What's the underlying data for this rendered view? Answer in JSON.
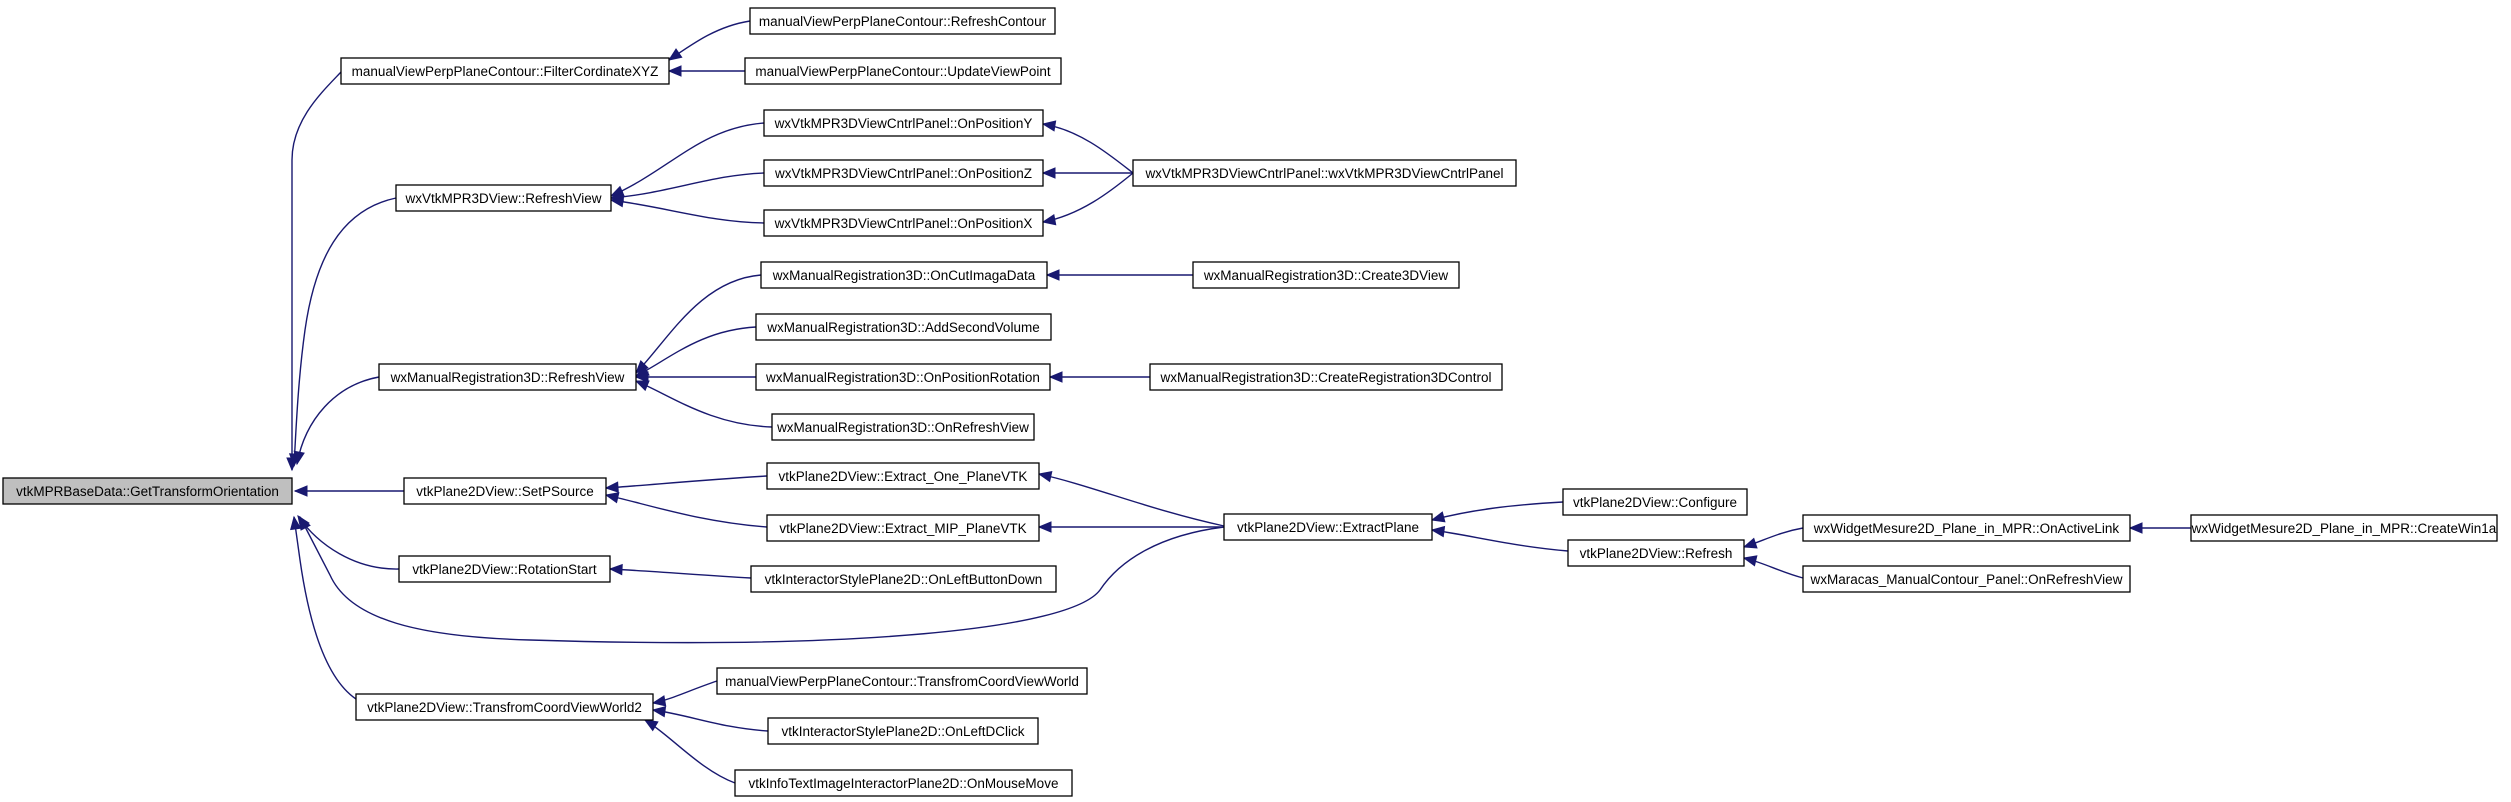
{
  "graph": {
    "root": "vtkMPRBaseData::GetTransformOrientation",
    "nodes": [
      {
        "id": "root",
        "label": "vtkMPRBaseData::GetTransformOrientation",
        "root": true
      },
      {
        "id": "filter",
        "label": "manualViewPerpPlaneContour::FilterCordinateXYZ"
      },
      {
        "id": "refreshContour",
        "label": "manualViewPerpPlaneContour::RefreshContour"
      },
      {
        "id": "updateViewPoint",
        "label": "manualViewPerpPlaneContour::UpdateViewPoint"
      },
      {
        "id": "wx3dRefresh",
        "label": "wxVtkMPR3DView::RefreshView"
      },
      {
        "id": "posY",
        "label": "wxVtkMPR3DViewCntrlPanel::OnPositionY"
      },
      {
        "id": "posZ",
        "label": "wxVtkMPR3DViewCntrlPanel::OnPositionZ"
      },
      {
        "id": "posX",
        "label": "wxVtkMPR3DViewCntrlPanel::OnPositionX"
      },
      {
        "id": "cntrlPanel",
        "label": "wxVtkMPR3DViewCntrlPanel::wxVtkMPR3DViewCntrlPanel"
      },
      {
        "id": "mrRefresh",
        "label": "wxManualRegistration3D::RefreshView"
      },
      {
        "id": "cutImaga",
        "label": "wxManualRegistration3D::OnCutImagaData"
      },
      {
        "id": "create3d",
        "label": "wxManualRegistration3D::Create3DView"
      },
      {
        "id": "addSecond",
        "label": "wxManualRegistration3D::AddSecondVolume"
      },
      {
        "id": "posRot",
        "label": "wxManualRegistration3D::OnPositionRotation"
      },
      {
        "id": "createReg",
        "label": "wxManualRegistration3D::CreateRegistration3DControl"
      },
      {
        "id": "onRefreshView",
        "label": "wxManualRegistration3D::OnRefreshView"
      },
      {
        "id": "setPSource",
        "label": "vtkPlane2DView::SetPSource"
      },
      {
        "id": "extractOne",
        "label": "vtkPlane2DView::Extract_One_PlaneVTK"
      },
      {
        "id": "extractMIP",
        "label": "vtkPlane2DView::Extract_MIP_PlaneVTK"
      },
      {
        "id": "extractPlane",
        "label": "vtkPlane2DView::ExtractPlane"
      },
      {
        "id": "configure",
        "label": "vtkPlane2DView::Configure"
      },
      {
        "id": "refresh2d",
        "label": "vtkPlane2DView::Refresh"
      },
      {
        "id": "activeLink",
        "label": "wxWidgetMesure2D_Plane_in_MPR::OnActiveLink"
      },
      {
        "id": "createWin1a",
        "label": "wxWidgetMesure2D_Plane_in_MPR::CreateWin1a"
      },
      {
        "id": "maracas",
        "label": "wxMaracas_ManualContour_Panel::OnRefreshView"
      },
      {
        "id": "rotStart",
        "label": "vtkPlane2DView::RotationStart"
      },
      {
        "id": "leftBtnDown",
        "label": "vtkInteractorStylePlane2D::OnLeftButtonDown"
      },
      {
        "id": "transWorld2",
        "label": "vtkPlane2DView::TransfromCoordViewWorld2"
      },
      {
        "id": "transWorld",
        "label": "manualViewPerpPlaneContour::TransfromCoordViewWorld"
      },
      {
        "id": "leftDClick",
        "label": "vtkInteractorStylePlane2D::OnLeftDClick"
      },
      {
        "id": "mouseMove",
        "label": "vtkInfoTextImageInteractorPlane2D::OnMouseMove"
      }
    ],
    "edges": [
      {
        "from": "filter",
        "to": "root"
      },
      {
        "from": "wx3dRefresh",
        "to": "root"
      },
      {
        "from": "mrRefresh",
        "to": "root"
      },
      {
        "from": "setPSource",
        "to": "root"
      },
      {
        "from": "rotStart",
        "to": "root"
      },
      {
        "from": "extractPlane",
        "to": "root"
      },
      {
        "from": "transWorld2",
        "to": "root"
      },
      {
        "from": "refreshContour",
        "to": "filter"
      },
      {
        "from": "updateViewPoint",
        "to": "filter"
      },
      {
        "from": "posY",
        "to": "wx3dRefresh"
      },
      {
        "from": "posZ",
        "to": "wx3dRefresh"
      },
      {
        "from": "posX",
        "to": "wx3dRefresh"
      },
      {
        "from": "cntrlPanel",
        "to": "posY"
      },
      {
        "from": "cntrlPanel",
        "to": "posZ"
      },
      {
        "from": "cntrlPanel",
        "to": "posX"
      },
      {
        "from": "cutImaga",
        "to": "mrRefresh"
      },
      {
        "from": "addSecond",
        "to": "mrRefresh"
      },
      {
        "from": "posRot",
        "to": "mrRefresh"
      },
      {
        "from": "onRefreshView",
        "to": "mrRefresh"
      },
      {
        "from": "create3d",
        "to": "cutImaga"
      },
      {
        "from": "createReg",
        "to": "posRot"
      },
      {
        "from": "extractOne",
        "to": "setPSource"
      },
      {
        "from": "extractMIP",
        "to": "setPSource"
      },
      {
        "from": "extractPlane",
        "to": "extractOne"
      },
      {
        "from": "extractPlane",
        "to": "extractMIP"
      },
      {
        "from": "configure",
        "to": "extractPlane"
      },
      {
        "from": "refresh2d",
        "to": "extractPlane"
      },
      {
        "from": "activeLink",
        "to": "refresh2d"
      },
      {
        "from": "maracas",
        "to": "refresh2d"
      },
      {
        "from": "createWin1a",
        "to": "activeLink"
      },
      {
        "from": "leftBtnDown",
        "to": "rotStart"
      },
      {
        "from": "transWorld",
        "to": "transWorld2"
      },
      {
        "from": "leftDClick",
        "to": "transWorld2"
      },
      {
        "from": "mouseMove",
        "to": "transWorld2"
      }
    ]
  }
}
